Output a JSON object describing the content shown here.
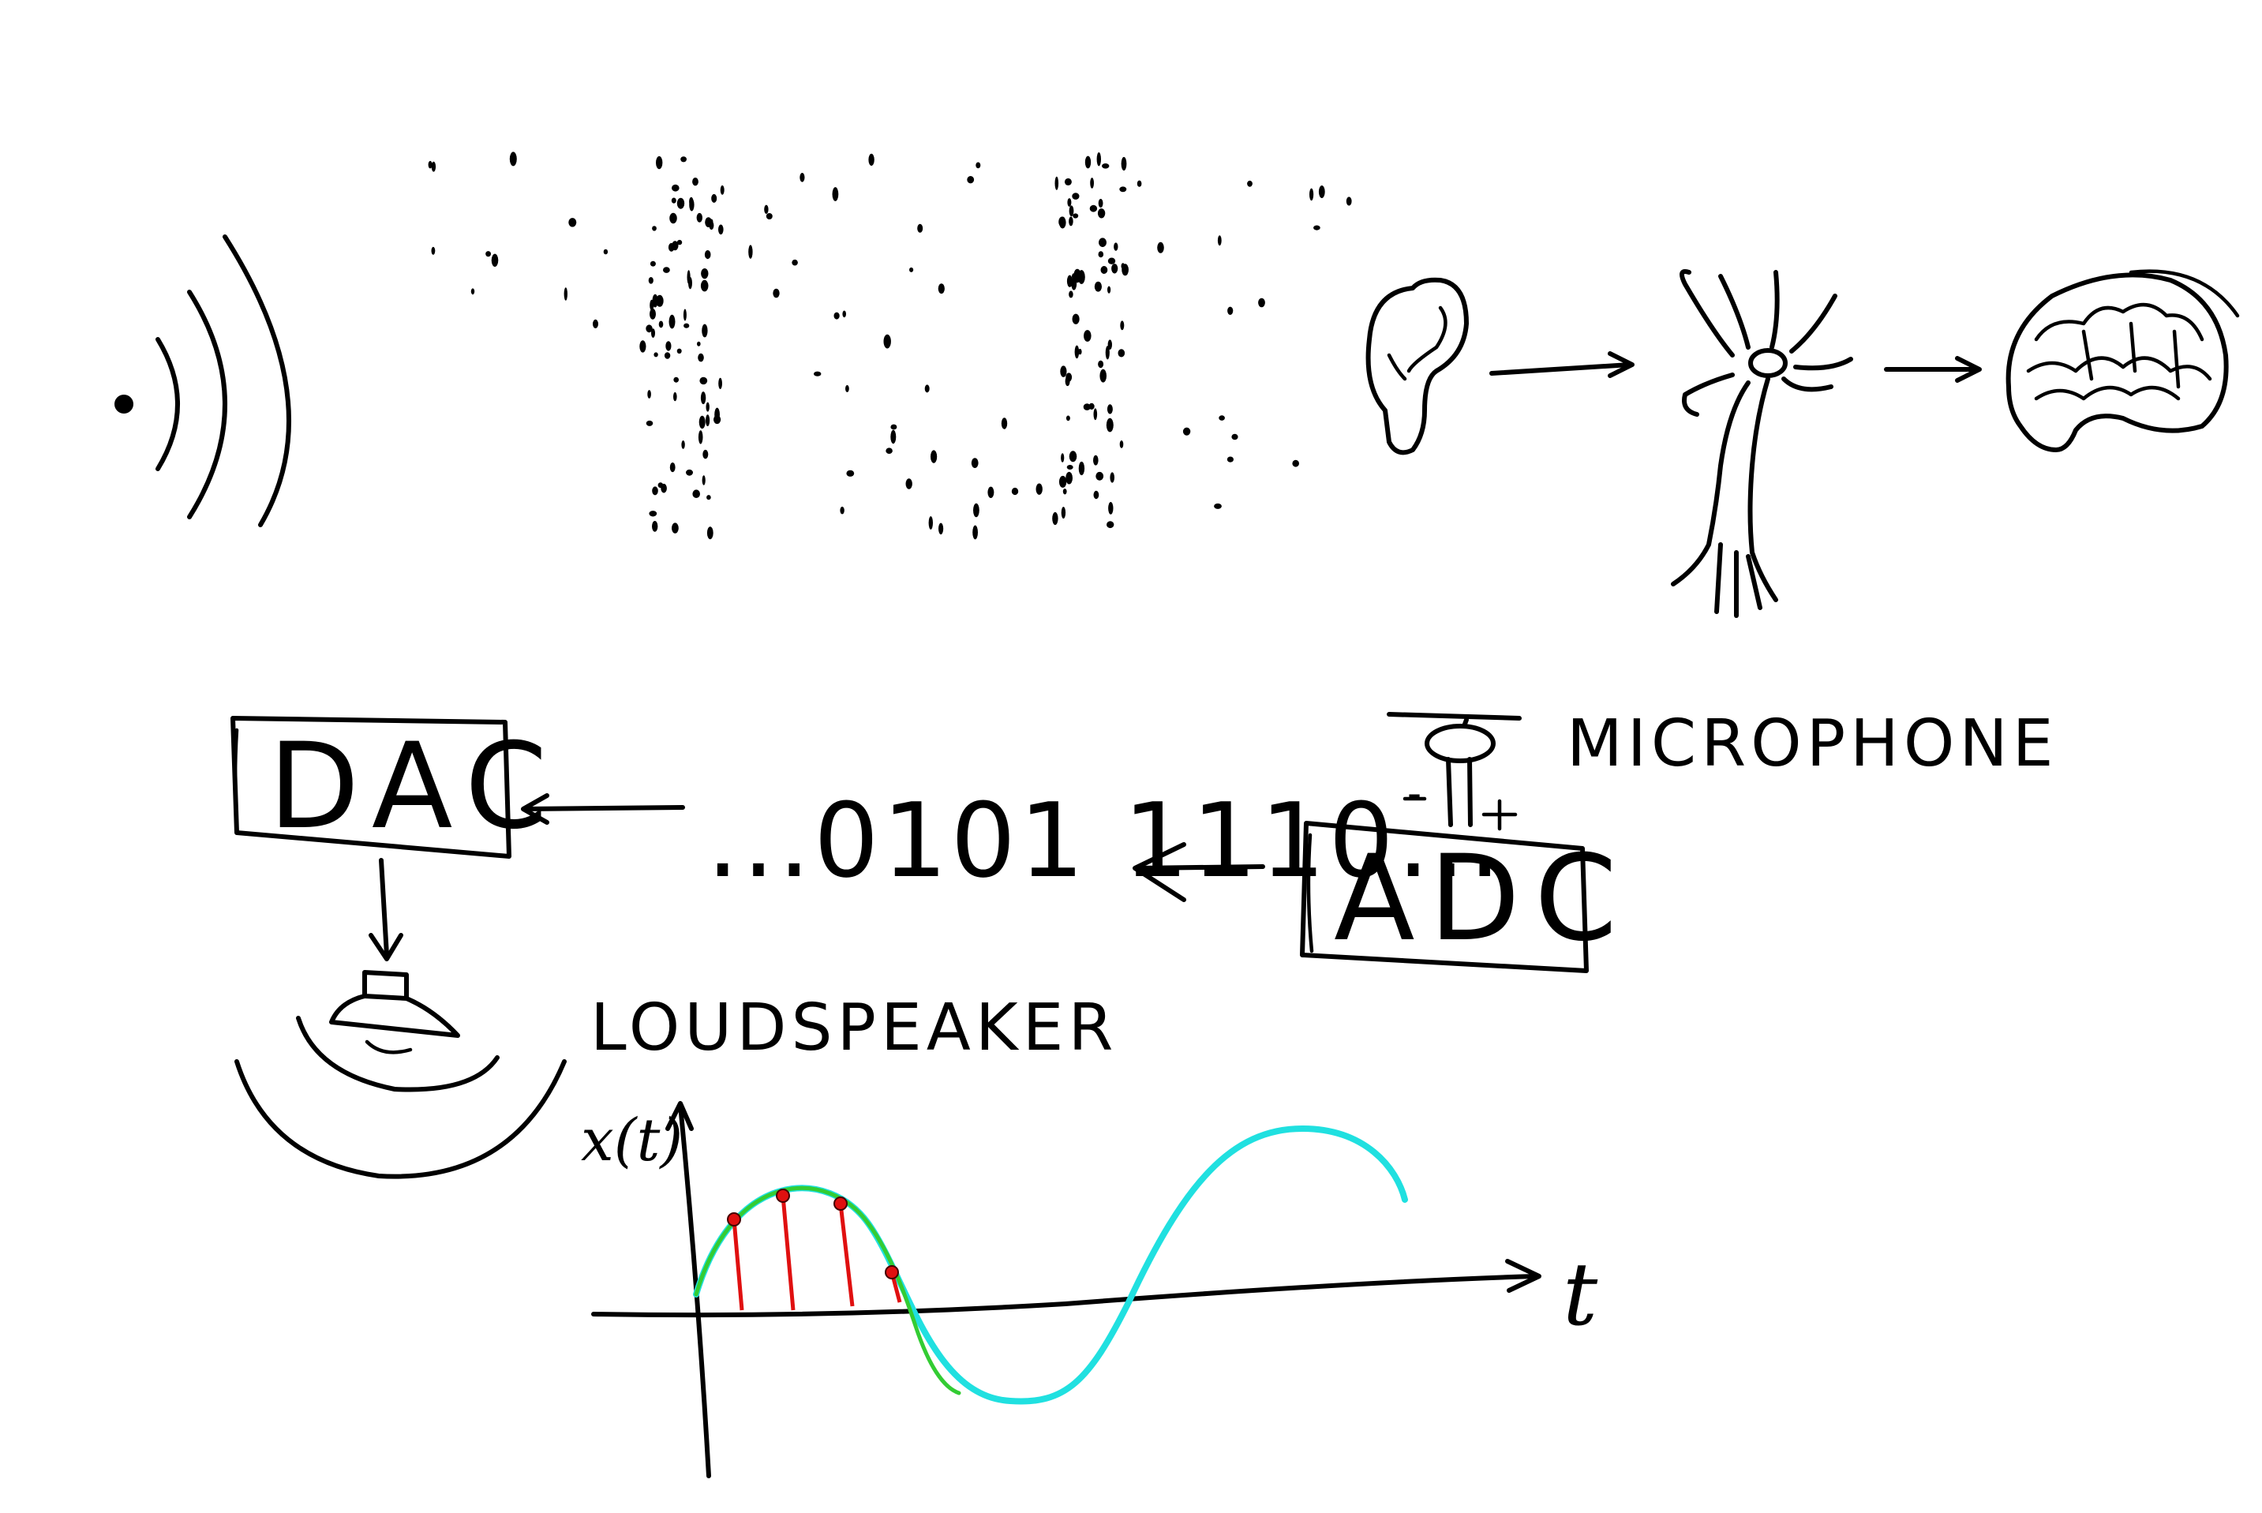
{
  "labels": {
    "dac": "DAC",
    "adc": "ADC",
    "microphone": "MICROPHONE",
    "loudspeaker": "LOUDSPEAKER",
    "binary_stream": "...0101 1110...",
    "y_axis": "x(t)",
    "x_axis": "t",
    "mic_minus": "-",
    "mic_plus": "+"
  },
  "colors": {
    "ink": "#000000",
    "signal": "#20e0e0",
    "signal_sampled_region": "#33cc33",
    "samples": "#e01010"
  },
  "icons": [
    "sound-source-icon",
    "ear-icon",
    "neuron-icon",
    "brain-icon",
    "microphone-icon",
    "loudspeaker-icon"
  ]
}
